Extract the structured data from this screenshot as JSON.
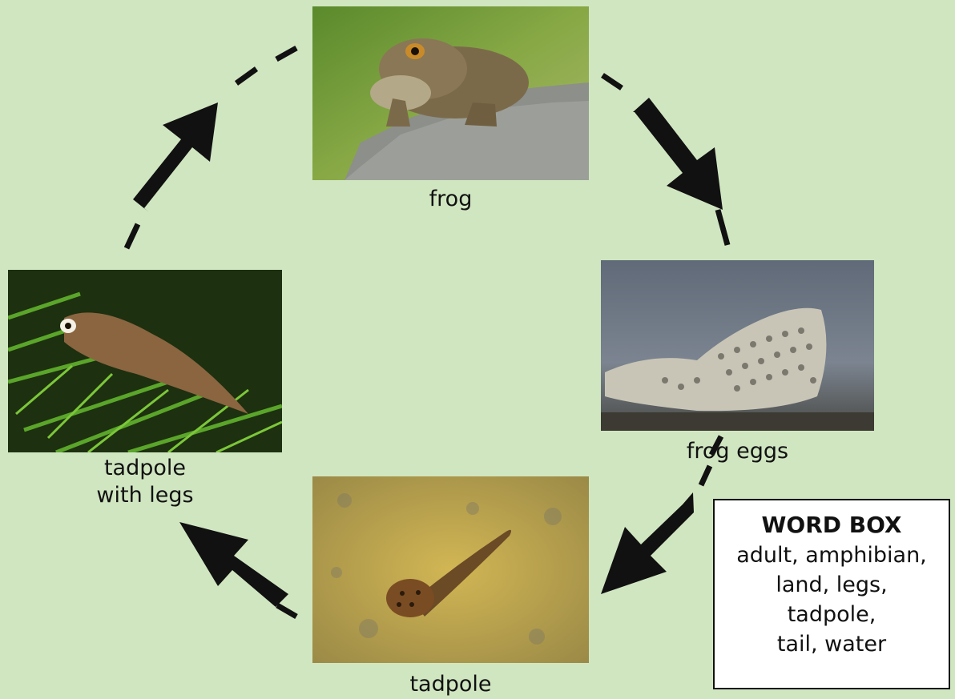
{
  "stages": [
    {
      "id": "frog",
      "caption": "frog"
    },
    {
      "id": "frog-eggs",
      "caption": "frog eggs"
    },
    {
      "id": "tadpole",
      "caption": "tadpole"
    },
    {
      "id": "tadpole-with-legs",
      "caption_lines": [
        "tadpole",
        "with legs"
      ]
    }
  ],
  "word_box": {
    "title": "WORD BOX",
    "lines": [
      "adult, amphibian,",
      "land, legs,",
      "tadpole,",
      "tail, water"
    ]
  },
  "colors": {
    "background": "#d0e6c1",
    "arrow": "#111111",
    "box_border": "#111111"
  }
}
